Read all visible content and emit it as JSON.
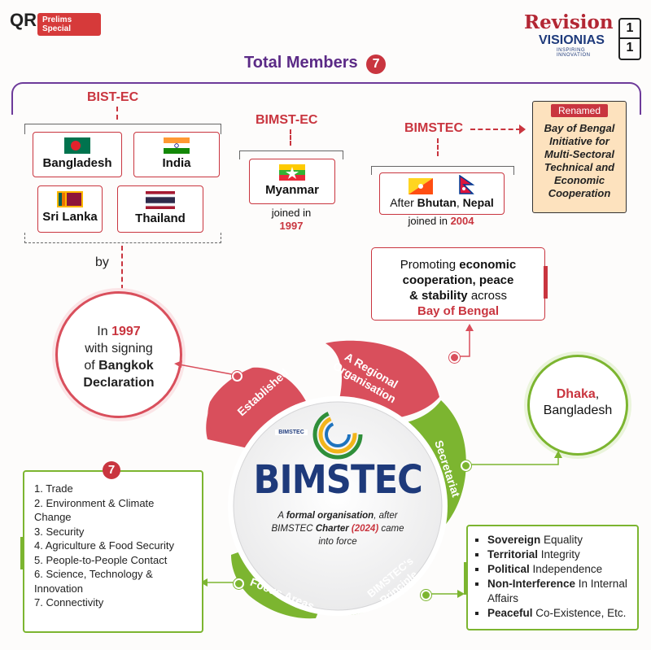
{
  "header": {
    "qr_logo": "QR",
    "qr_badge": "Prelims Special",
    "brand_revision": "Revision",
    "brand_vision": "VISIONIAS",
    "brand_tagline": "INSPIRING INNOVATION",
    "page_top": "1",
    "page_bottom": "1"
  },
  "total_members": {
    "label": "Total Members",
    "count": "7"
  },
  "bist_ec": {
    "label": "BIST-EC",
    "countries": [
      "Bangladesh",
      "India",
      "Sri Lanka",
      "Thailand"
    ],
    "by": "by"
  },
  "bimst_ec": {
    "label": "BIMST-EC",
    "country": "Myanmar",
    "joined_text": "joined in",
    "joined_year": "1997"
  },
  "bimstec_stage": {
    "label": "BIMSTEC",
    "after_prefix": "After ",
    "after_1": "Bhutan",
    "after_sep": ", ",
    "after_2": "Nepal",
    "joined_text": "joined in ",
    "joined_year": "2004"
  },
  "renamed": {
    "tag": "Renamed",
    "full_name": "Bay of Bengal Initiative for Multi-Sectoral Technical and Economic Cooperation"
  },
  "established": {
    "in": "In ",
    "year": "1997",
    "with_signing": "with signing",
    "of": "of ",
    "declaration": "Bangkok Declaration"
  },
  "regional": {
    "t1": "Promoting ",
    "t1b": "economic",
    "t2b": "cooperation, peace",
    "t3b": "& stability",
    "t3": " across",
    "t4": "Bay of Bengal"
  },
  "secretariat": {
    "city": "Dhaka",
    "comma": ",",
    "country": "Bangladesh"
  },
  "center": {
    "logo_text": "BIMSTEC",
    "title": "BIMSTEC",
    "desc_a": "A ",
    "desc_b": "formal organisation",
    "desc_c": ", after",
    "desc_d": "BIMSTEC ",
    "desc_e": "Charter",
    "desc_f": " (2024)",
    "desc_g": " came",
    "desc_h": "into force"
  },
  "petals": {
    "established": "Established",
    "regional": "A Regional Organisation",
    "secretariat": "Secretariat",
    "principle": "BIMSTEC's Principle",
    "focus": "Focus Areas"
  },
  "focus_areas": {
    "count": "7",
    "items": [
      "1. Trade",
      "2. Environment & Climate Change",
      "3. Security",
      "4. Agriculture & Food Security",
      "5. People-to-People Contact",
      "6. Science, Technology & Innovation",
      "7. Connectivity"
    ]
  },
  "principles": [
    {
      "bold": "Sovereign",
      "rest": " Equality"
    },
    {
      "bold": "Territorial",
      "rest": " Integrity"
    },
    {
      "bold": "Political",
      "rest": " Independence"
    },
    {
      "bold": "Non-Interference",
      "rest": " In Internal Affairs"
    },
    {
      "bold": "Peaceful",
      "rest": " Co-Existence, Etc."
    }
  ],
  "colors": {
    "red": "#c9353f",
    "pink_petal": "#d94f5c",
    "green": "#7cb530",
    "purple": "#5b2a86",
    "navy": "#1e3a7b"
  }
}
